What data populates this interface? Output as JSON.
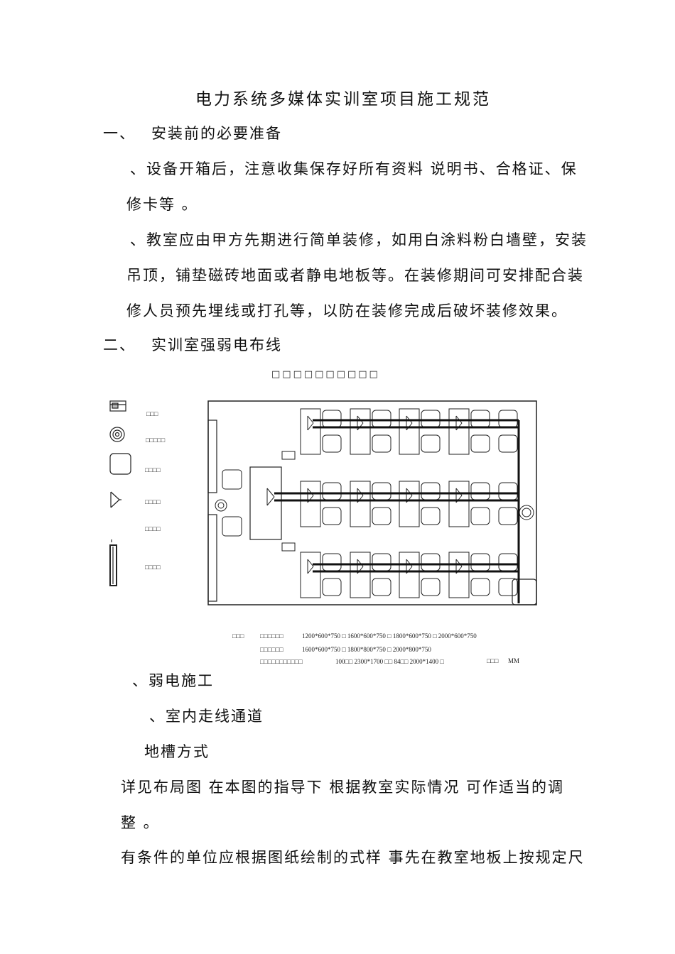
{
  "document": {
    "title": "电力系统多媒体实训室项目施工规范",
    "section1_num": "一、",
    "section1_title": "安装前的必要准备",
    "p1_line1": "、设备开箱后，注意收集保存好所有资料  说明书、合格证、保",
    "p1_line2": "修卡等  。",
    "p2_line1": "、教室应由甲方先期进行简单装修，如用白涂料粉白墙壁，安装",
    "p2_line2": "吊顶，铺垫磁砖地面或者静电地板等。在装修期间可安排配合装",
    "p2_line3": "修人员预先埋线或打孔等，以防在装修完成后破坏装修效果。",
    "section2_num": "二、",
    "section2_title": "实训室强弱电布线",
    "figure_caption": "□□□□□□□□□□",
    "legend": [
      "□□□",
      "□□□□□",
      "□□□□",
      "□□□□",
      "□□□□",
      "□□□□"
    ],
    "notes": {
      "row1_label": "□□□",
      "row1_sub": "□□□□□□",
      "row1_values": "1200*600*750 □   1600*600*750 □   1800*600*750 □   2000*600*750",
      "row2_sub": "□□□□□□",
      "row2_values": "1600*600*750 □   1800*800*750 □   2000*800*750",
      "row3_sub": "□□□□□□□□□□□",
      "row3_values": "100□□     2300*1700 □□     84□□     2000*1400 □",
      "row3_unit_label": "□□□",
      "row3_unit": "MM"
    },
    "sub1": "、弱电施工",
    "sub2": "、室内走线通道",
    "sub3": "地槽方式",
    "p3_line1": "详见布局图  在本图的指导下  根据教室实际情况  可作适当的调",
    "p3_line2": "整  。",
    "p4_line1": "有条件的单位应根据图纸绘制的式样  事先在教室地板上按规定尺"
  }
}
